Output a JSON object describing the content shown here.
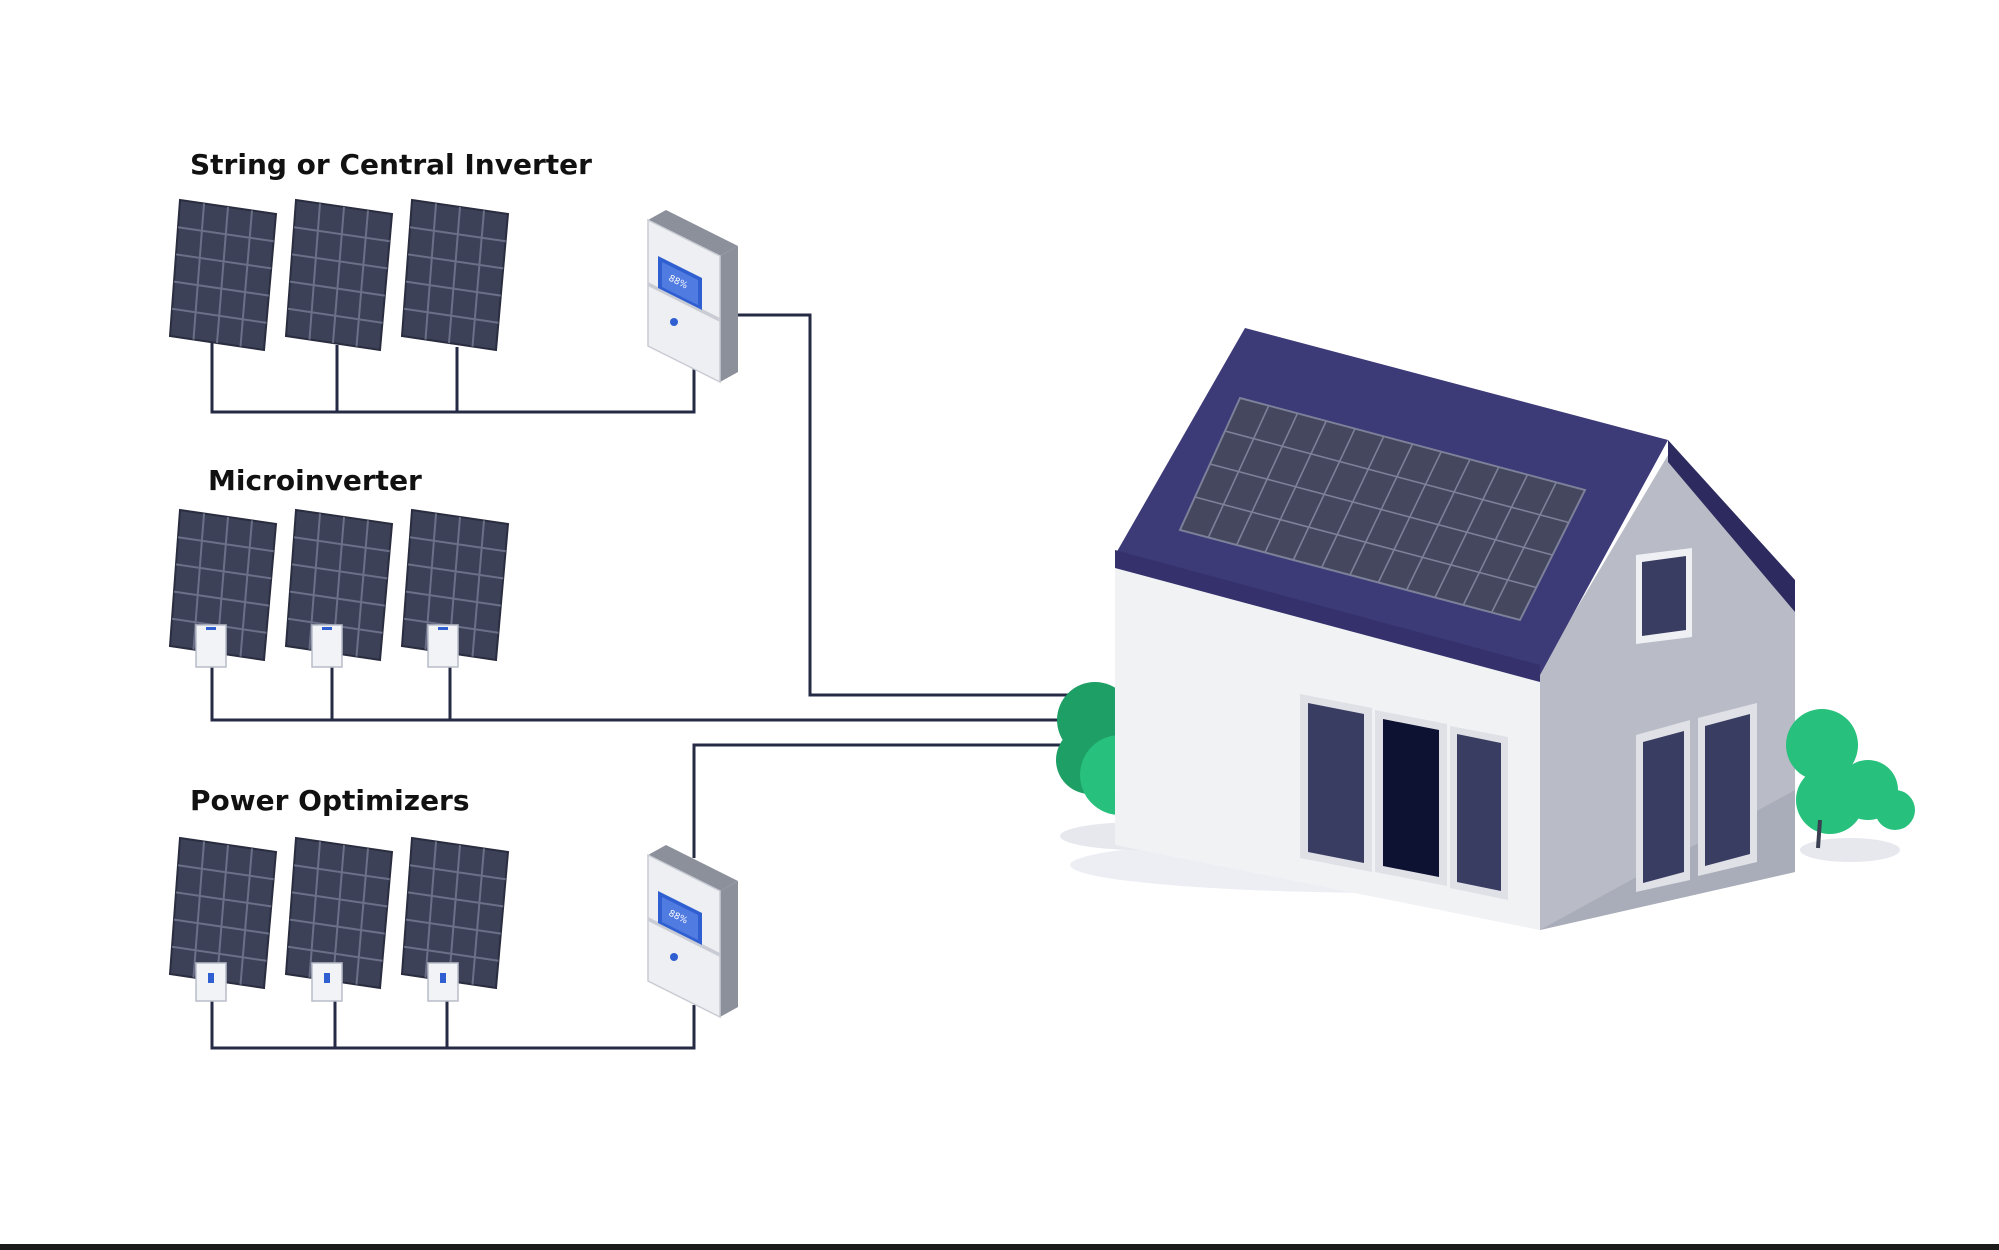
{
  "sections": [
    {
      "id": "string",
      "label": "String or Central Inverter",
      "panel_count": 3,
      "has_inverter_box": true,
      "panel_attachment": "none"
    },
    {
      "id": "micro",
      "label": "Microinverter",
      "panel_count": 3,
      "has_inverter_box": false,
      "panel_attachment": "microinverter"
    },
    {
      "id": "optimizer",
      "label": "Power Optimizers",
      "panel_count": 3,
      "has_inverter_box": true,
      "panel_attachment": "optimizer"
    }
  ],
  "inverter_display": {
    "percent": "88%"
  },
  "colors": {
    "panel": "#3d4157",
    "panel_grid": "#6b7089",
    "wire": "#252a45",
    "roof": "#3d3a78",
    "wall_front": "#f1f2f4",
    "wall_side": "#b9bcc6",
    "window": "#3a3d62",
    "door_dark": "#0e1232",
    "bush": "#27c07c",
    "bush_dark": "#1d9f65",
    "inverter_body": "#eeeff2",
    "inverter_screen": "#2f5fd0",
    "bottom_bar": "#1b1b1b"
  }
}
